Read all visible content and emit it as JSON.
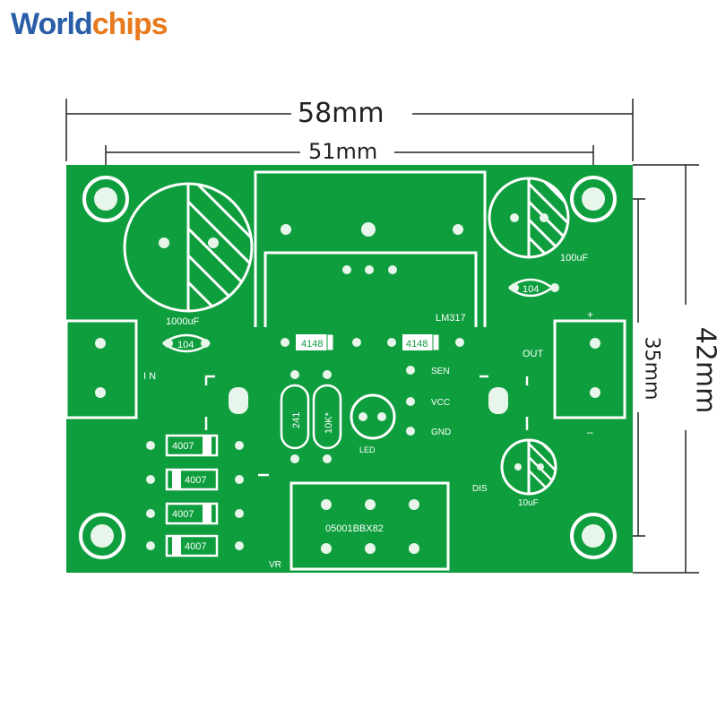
{
  "brand": {
    "part1": "World",
    "part2": "chips"
  },
  "dimensions": {
    "width_outer": "58mm",
    "width_inner": "51mm",
    "height_outer": "42mm",
    "height_inner": "35mm"
  },
  "board": {
    "labels": {
      "cap_large": "1000uF",
      "cap_top_right": "100uF",
      "cap_small": "10uF",
      "ceramic_1": "104",
      "ceramic_2": "104",
      "regulator": "LM317",
      "diode_1": "4148",
      "diode_2": "4148",
      "in": "I N",
      "out": "OUT",
      "plus": "+",
      "minus": "–",
      "sen": "SEN",
      "vcc": "VCC",
      "gnd": "GND",
      "led": "LED",
      "res_1": "241",
      "res_2": "10K*",
      "dis": "DIS",
      "vr": "VR",
      "pot_code": "05001BBX82",
      "rect_1": "4007",
      "rect_2": "4007",
      "rect_3": "4007",
      "rect_4": "4007"
    }
  },
  "colors": {
    "pcb": "#0f9e3e",
    "silk": "#ffffff",
    "hole": "#e8f5ea",
    "brand_blue": "#2b5ea8",
    "brand_orange": "#e87a1e"
  }
}
